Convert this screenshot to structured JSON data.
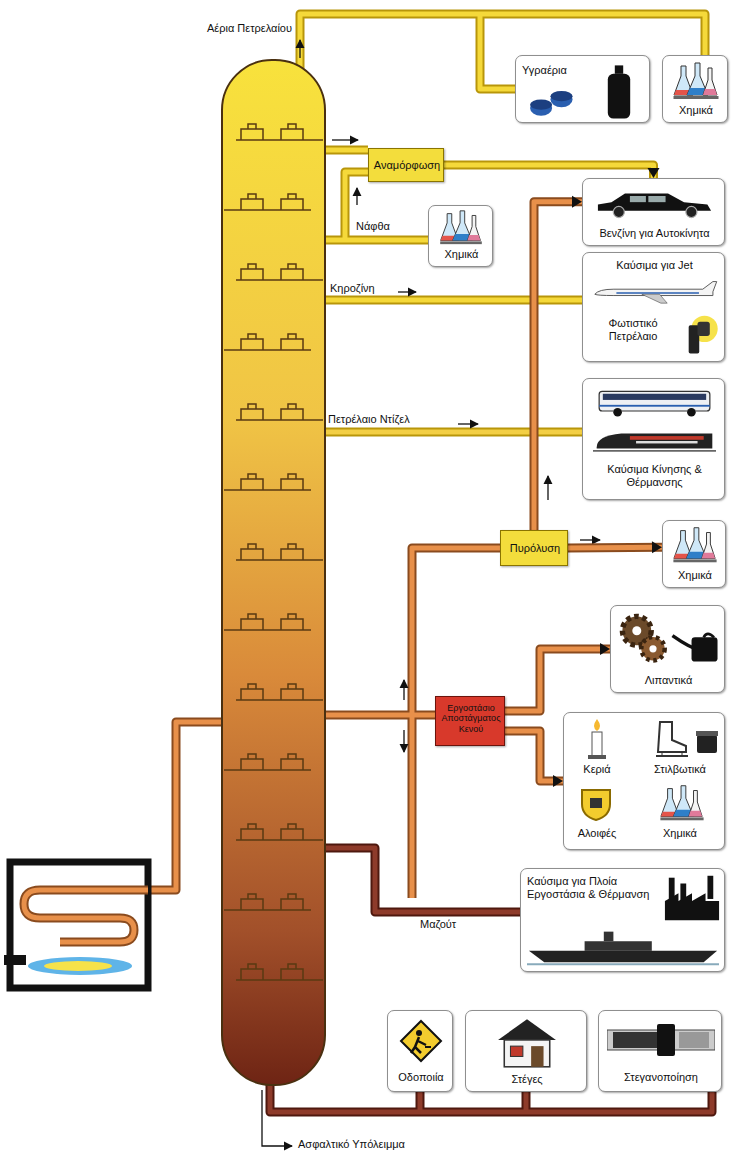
{
  "diagram": {
    "nodes": [
      {
        "text": [
          "Υγραέρια"
        ]
      },
      {
        "text": [
          "Χημικά"
        ]
      },
      {
        "text": [
          "Αναμόρφωση"
        ]
      },
      {
        "text": [
          "Χημικά"
        ]
      },
      {
        "text": [
          "Βενζίνη για Αυτοκίνητα"
        ]
      },
      {
        "text": [
          "Καύσιμα για Jet",
          "Φωτιστικό Πετρέλαιο"
        ]
      },
      {
        "text": [
          "Καύσιμα Κίνησης & Θέρμανσης"
        ]
      },
      {
        "text": [
          "Πυρόλυση"
        ]
      },
      {
        "text": [
          "Χημικά"
        ]
      },
      {
        "text": [
          "Λιπαντικά"
        ]
      },
      {
        "text": [
          "Εργοστάσιο Αποστάγματος Κενού"
        ]
      },
      {
        "text": [
          "Κεριά",
          "Στιλβωτικά",
          "Αλοιφές",
          "Χημικά"
        ]
      },
      {
        "text": [
          "Καύσιμα για Πλοία Εργοστάσια & Θέρμανση"
        ]
      },
      {
        "text": [
          "Οδοποιία"
        ]
      },
      {
        "text": [
          "Στέγες"
        ]
      },
      {
        "text": [
          "Στεγανοποίηση"
        ]
      }
    ],
    "edges": [
      {
        "from": 2,
        "to": 4,
        "arrow": "to"
      },
      {
        "from": 7,
        "to": 4,
        "arrow": "to"
      },
      {
        "from": 7,
        "to": 8,
        "arrow": "to"
      },
      {
        "from": 10,
        "to": 9,
        "arrow": "to"
      },
      {
        "from": 10,
        "to": 11,
        "arrow": "to"
      }
    ],
    "labels": [
      "Αέρια Πετρελαίου",
      "Νάφθα",
      "Κηροζίνη",
      "Πετρέλαιο Ντίζελ",
      "Μαζούτ",
      "Ασφαλτικό Υπόλειμμα"
    ]
  }
}
